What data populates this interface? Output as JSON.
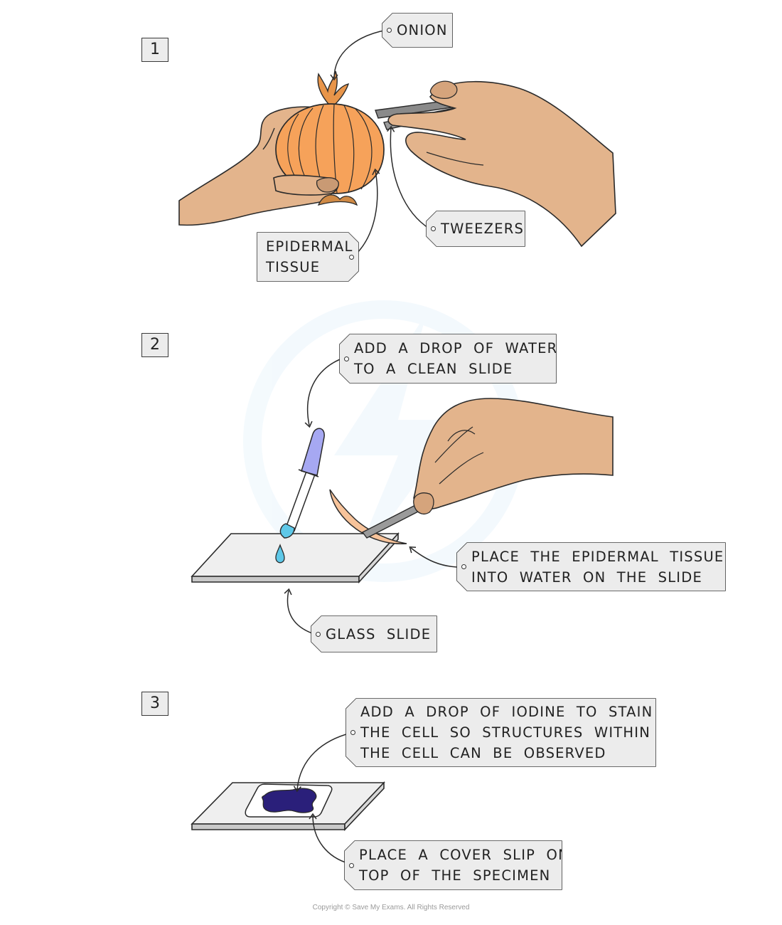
{
  "steps": [
    {
      "number": "1",
      "labels": {
        "onion": "ONION",
        "tweezers": "TWEEZERS",
        "epidermal_line1": "EPIDERMAL",
        "epidermal_line2": "TISSUE"
      }
    },
    {
      "number": "2",
      "labels": {
        "water_line1": "ADD A DROP OF WATER",
        "water_line2": "TO A CLEAN SLIDE",
        "place_line1": "PLACE THE EPIDERMAL TISSUE",
        "place_line2": "INTO WATER ON THE SLIDE",
        "glass_slide": "GLASS SLIDE"
      }
    },
    {
      "number": "3",
      "labels": {
        "iodine_line1": "ADD A DROP OF IODINE TO STAIN",
        "iodine_line2": "THE CELL SO STRUCTURES WITHIN",
        "iodine_line3": "THE CELL CAN BE OBSERVED",
        "cover_line1": "PLACE A COVER SLIP ON",
        "cover_line2": "TOP OF THE SPECIMEN"
      }
    }
  ],
  "colors": {
    "skin": "#e3b48c",
    "onion": "#f6a25a",
    "iodine": "#2a1f7a",
    "pipette_bulb": "#a6a8f2",
    "water": "#5ec8e8",
    "tissue": "#f7c39a",
    "slide": "#efefef",
    "tag_fill": "#ececec",
    "outline": "#2a2a2a"
  },
  "copyright": "Copyright © Save My Exams. All Rights Reserved"
}
